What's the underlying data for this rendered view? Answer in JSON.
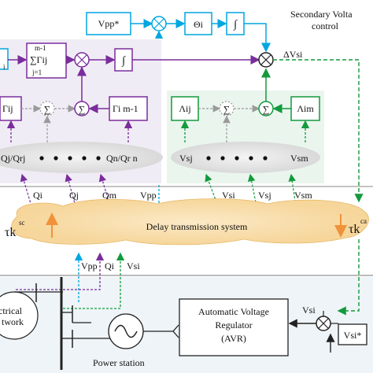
{
  "secondary_control": {
    "title_line1": "Secondary Volta",
    "title_line2": "control"
  },
  "top_chain": {
    "vpp_ref": "Vpp*",
    "theta": "Θi",
    "integrator": "∫",
    "delta_vsi": "ΔVsi"
  },
  "reactive_block": {
    "sum_gamma_top": "m-1",
    "sum_gamma_main": "∑Γij",
    "sum_gamma_bottom": "j=1",
    "integrator": "∫",
    "gamma_ij": "Γij",
    "gamma_im1": "Γi m-1",
    "qj_qrj": "Qj/Qrj",
    "qn_qrn": "Qn/Qr n",
    "sum_symbol": "∑",
    "multiply_symbol": "⊗",
    "left_cut_label": "i"
  },
  "voltage_block": {
    "lambda_ij": "Λij",
    "lambda_im": "Λim",
    "vsj": "Vsj",
    "vsm": "Vsm",
    "sum_symbol": "∑"
  },
  "upper_signal_labels": {
    "qi": "Qi",
    "qj": "Qj",
    "qm": "Qm",
    "vpp": "Vpp",
    "vsi": "Vsi",
    "vsj": "Vsj",
    "vsm": "Vsm"
  },
  "delay_system": {
    "label": "Delay transmission system",
    "tau_sc": "τk",
    "tau_sc_sup": "sc",
    "tau_ca": "τk",
    "tau_ca_sup": "ca"
  },
  "lower_signal_labels": {
    "vpp": "Vpp",
    "qi": "Qi",
    "vsi": "Vsi",
    "vsi_right": "Vsi"
  },
  "plant": {
    "network_line1": "ctrical",
    "network_line2": "twork",
    "power_station": "Power station",
    "avr_line1": "Automatic Voltage",
    "avr_line2": "Regulator",
    "avr_line3": "(AVR)",
    "vsi_ref": "Vsi*"
  },
  "colors": {
    "blue": "#00a6e0",
    "purple": "#7a2d9c",
    "green": "#139a3c",
    "orange": "#f0923a",
    "purple_bg": "#f0ecf5",
    "green_bg": "#eaf5ee",
    "plant_bg": "#eef4f7"
  }
}
